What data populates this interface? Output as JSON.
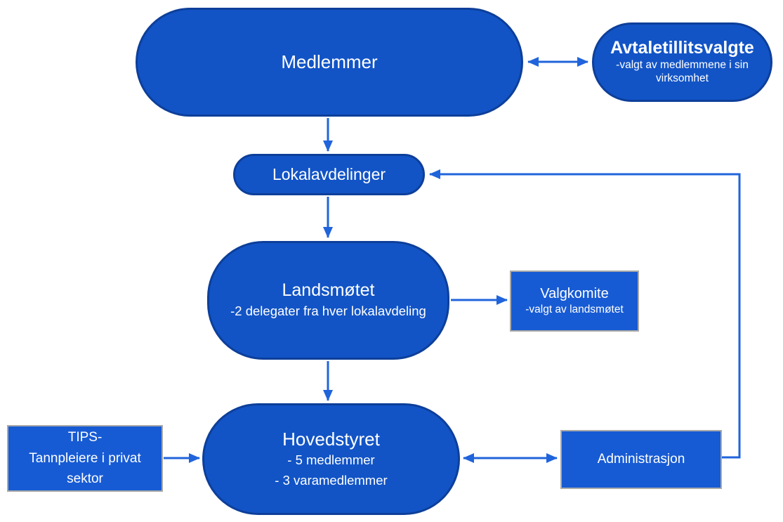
{
  "colors": {
    "stadium-fill": "#1254C6",
    "stadium-border": "#0D3F9A",
    "rect-fill": "#175BD4",
    "rect-border": "#A9A9A9",
    "connector": "#2064DB",
    "text": "#FFFFFF",
    "background": "#FFFFFF"
  },
  "nodes": {
    "medlemmer": {
      "title": "Medlemmer"
    },
    "avtaletillitsvalgte": {
      "title": "Avtaletillitsvalgte",
      "subtitle": "-valgt av medlemmene i sin virksomhet"
    },
    "lokalavdelinger": {
      "title": "Lokalavdelinger"
    },
    "landsmotet": {
      "title": "Landsmøtet",
      "subtitle": "-2 delegater fra hver lokalavdeling"
    },
    "valgkomite": {
      "title": "Valgkomite",
      "subtitle": "-valgt av landsmøtet"
    },
    "hovedstyret": {
      "title": "Hovedstyret",
      "lines": [
        "- 5 medlemmer",
        "- 3 varamedlemmer"
      ]
    },
    "tips": {
      "lines": [
        "TIPS-",
        "Tannpleiere i privat",
        "sektor"
      ]
    },
    "administrasjon": {
      "title": "Administrasjon"
    }
  },
  "edges": [
    {
      "from": "Medlemmer",
      "to": "Avtaletillitsvalgte",
      "type": "double-arrow"
    },
    {
      "from": "Medlemmer",
      "to": "Lokalavdelinger",
      "type": "arrow"
    },
    {
      "from": "Lokalavdelinger",
      "to": "Landsmøtet",
      "type": "arrow"
    },
    {
      "from": "Landsmøtet",
      "to": "Valgkomite",
      "type": "arrow"
    },
    {
      "from": "Landsmøtet",
      "to": "Hovedstyret",
      "type": "arrow"
    },
    {
      "from": "TIPS- Tannpleiere i privat sektor",
      "to": "Hovedstyret",
      "type": "arrow"
    },
    {
      "from": "Hovedstyret",
      "to": "Administrasjon",
      "type": "double-arrow"
    },
    {
      "from": "Administrasjon",
      "to": "Lokalavdelinger",
      "type": "arrow-elbow"
    }
  ]
}
